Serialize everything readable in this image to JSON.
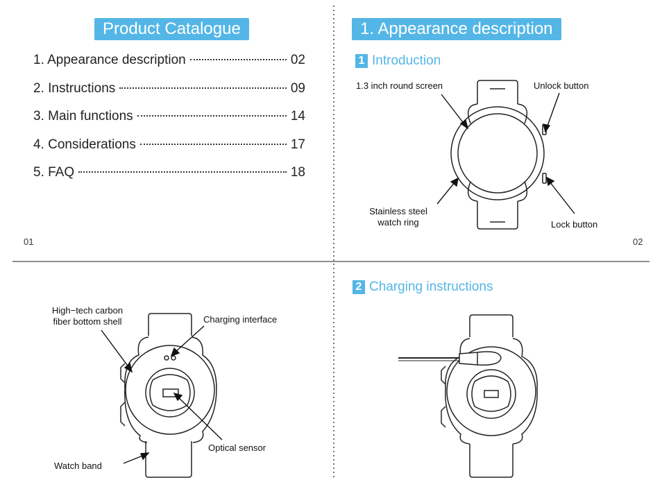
{
  "catalogue": {
    "title": "Product Catalogue",
    "items": [
      {
        "label": "1. Appearance description",
        "page": "02"
      },
      {
        "label": "2. Instructions",
        "page": "09"
      },
      {
        "label": "3. Main functions",
        "page": "14"
      },
      {
        "label": "4. Considerations",
        "page": "17"
      },
      {
        "label": "5. FAQ",
        "page": "18"
      }
    ],
    "page_number": "01"
  },
  "appearance": {
    "title": "1. Appearance description",
    "intro_num": "1",
    "intro_title": "Introduction",
    "labels": {
      "screen": "1.3 inch round screen",
      "unlock": "Unlock button",
      "ring_line1": "Stainless steel",
      "ring_line2": "watch ring",
      "lock": "Lock button"
    },
    "page_number": "02"
  },
  "back_view": {
    "labels": {
      "shell_line1": "High−tech carbon",
      "shell_line2": "fiber bottom shell",
      "charging_interface": "Charging interface",
      "optical_sensor": "Optical sensor",
      "watch_band": "Watch band"
    }
  },
  "charging": {
    "num": "2",
    "title": "Charging instructions"
  },
  "colors": {
    "accent": "#54b6e6",
    "line": "#222222"
  }
}
